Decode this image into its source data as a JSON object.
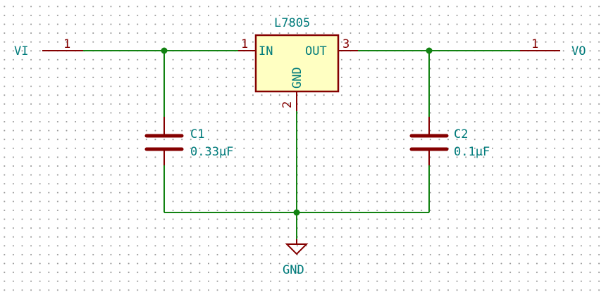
{
  "colors": {
    "wire": "#128212",
    "pin": "#840000",
    "text_teal": "#007b7b",
    "body_fill": "#ffffc2"
  },
  "ports": {
    "input": {
      "label": "VI",
      "pin": "1"
    },
    "output": {
      "label": "VO",
      "pin": "1"
    }
  },
  "regulator": {
    "name": "L7805",
    "pin_in_name": "IN",
    "pin_out_name": "OUT",
    "pin_gnd_name": "GND",
    "pin_in_number": "1",
    "pin_out_number": "3",
    "pin_gnd_number": "2"
  },
  "capacitors": [
    {
      "ref": "C1",
      "value": "0.33µF"
    },
    {
      "ref": "C2",
      "value": "0.1µF"
    }
  ],
  "ground": {
    "label": "GND",
    "icon": "ground-symbol-icon"
  }
}
